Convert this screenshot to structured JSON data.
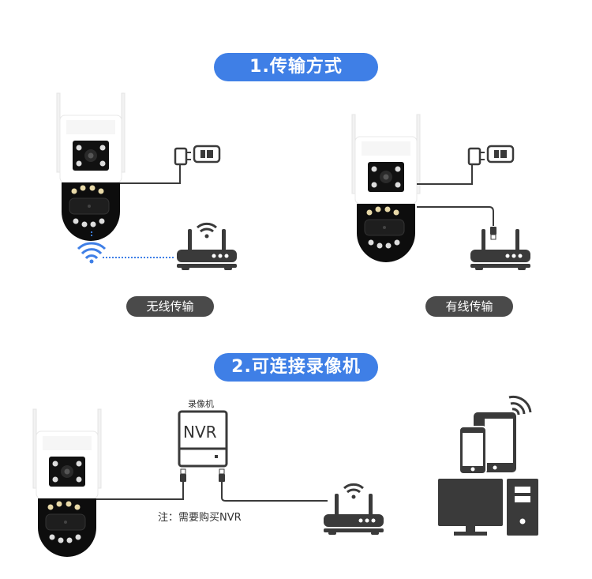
{
  "section1": {
    "title": "1.传输方式",
    "wireless_label": "无线传输",
    "wired_label": "有线传输"
  },
  "section2": {
    "title": "2.可连接录像机",
    "nvr_caption": "录像机",
    "nvr_text": "NVR",
    "note": "注：需要购买NVR"
  },
  "colors": {
    "accent_blue": "#3f7fe6",
    "icon_dark": "#3a3a3a",
    "pill_gray": "#4a4a4a",
    "wifi_blue": "#3f7fe6"
  },
  "icons": [
    "camera",
    "power-adapter",
    "power-outlet",
    "router",
    "wifi-signal",
    "ethernet-plug",
    "nvr-box",
    "phone",
    "tablet",
    "monitor",
    "pc-tower"
  ]
}
